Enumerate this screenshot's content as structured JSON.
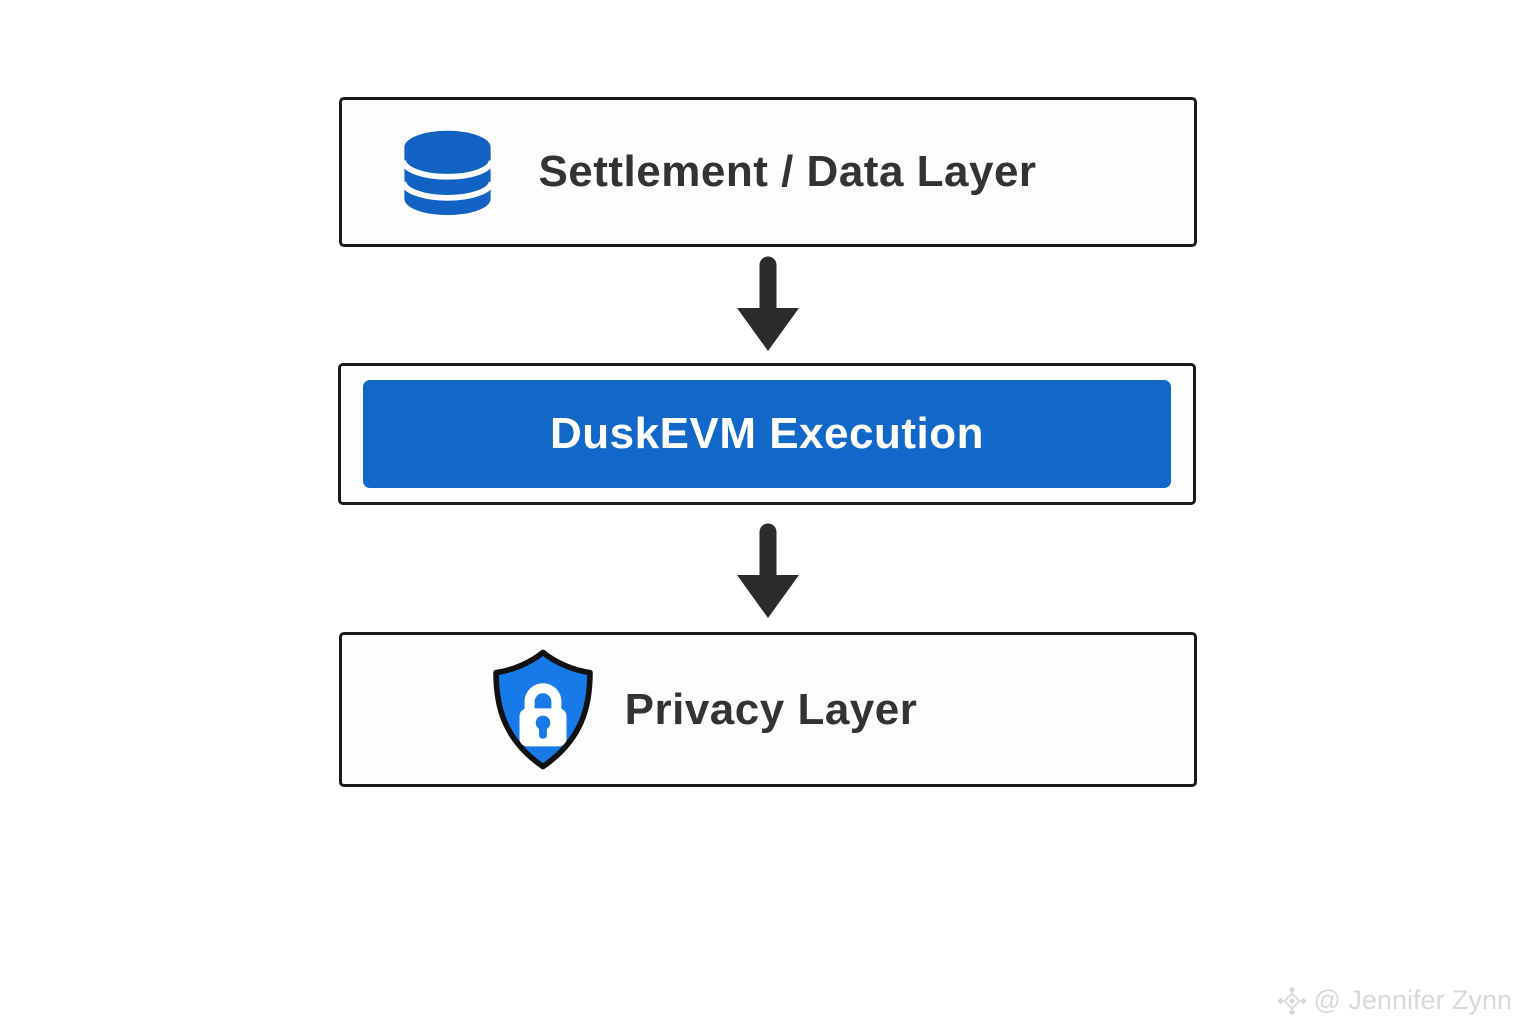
{
  "diagram": {
    "nodes": [
      {
        "id": "settlement",
        "label": "Settlement / Data Layer",
        "icon": "database-icon",
        "style": "outlined"
      },
      {
        "id": "duskevm",
        "label": "DuskEVM Execution",
        "icon": "none",
        "style": "filled-blue"
      },
      {
        "id": "privacy",
        "label": "Privacy Layer",
        "icon": "shield-lock-icon",
        "style": "outlined"
      }
    ],
    "connections": [
      {
        "from": "settlement",
        "to": "duskevm",
        "type": "arrow-down"
      },
      {
        "from": "duskevm",
        "to": "privacy",
        "type": "arrow-down"
      }
    ]
  },
  "colors": {
    "background": "#ffffff",
    "node_border": "#1a1a1a",
    "label_text": "#333333",
    "filled_node_bg": "#1168c9",
    "filled_node_text": "#ffffff",
    "database_icon_blue": "#1262c4",
    "shield_icon_blue": "#1879e8",
    "shield_icon_outline": "#111111",
    "arrow": "#2b2b2b",
    "watermark": "#d8d8d8"
  },
  "watermark": {
    "text": "@ Jennifer Zynn",
    "icon": "diamond-logo-icon"
  }
}
